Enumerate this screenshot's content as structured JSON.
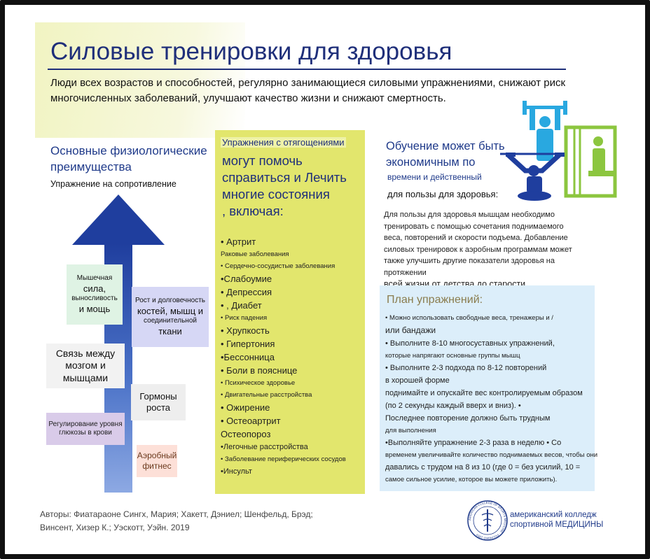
{
  "header": {
    "title": "Силовые тренировки для здоровья",
    "intro": "Люди всех возрастов и способностей, регулярно занимающиеся силовыми упражнениями, снижают риск многочисленных заболеваний, улучшают качество жизни и снижают смертность."
  },
  "left": {
    "heading_1": "Основные физиологические",
    "heading_2": "преимущества",
    "subheading": "Упражнение на сопротивление",
    "boxes": {
      "muscle_small": "Мышечная",
      "muscle_big": "сила,",
      "muscle_small2": "выносливость",
      "muscle_big2": "и мощь",
      "growth_small": "Рост и долговечность",
      "growth_big": "костей, мышц и",
      "growth_small2": "соединительной",
      "growth_big2": "ткани",
      "brain": "Связь между мозгом и мышцами",
      "hormones": "Гормоны роста",
      "glucose": "Регулирование уровня глюкозы в крови",
      "aerobic": "Аэробный фитнес"
    }
  },
  "middle": {
    "highlight": "Упражнения с отягощениями",
    "big_text": "могут помочь справиться и Лечить многие состояния",
    "including": ", включая:",
    "items": [
      {
        "text": "• Артрит",
        "size": "l"
      },
      {
        "text": "Раковые заболевания",
        "size": "s"
      },
      {
        "text": " • Сердечно-сосудистые заболевания",
        "size": "s"
      },
      {
        "text": " •Слабоумие",
        "size": "l"
      },
      {
        "text": " • Депрессия",
        "size": "l"
      },
      {
        "text": " • , Диабет",
        "size": "l"
      },
      {
        "text": "• Риск падения",
        "size": "s"
      },
      {
        "text": "• Хрупкость",
        "size": "l"
      },
      {
        "text": "  • Гипертония",
        "size": "l"
      },
      {
        "text": " •Бессонница",
        "size": "l"
      },
      {
        "text": " • Боли в пояснице",
        "size": "l"
      },
      {
        "text": " • Психическое здоровье",
        "size": "s"
      },
      {
        "text": "  •  Двигательные расстройства",
        "size": "s"
      },
      {
        "text": " • Ожирение",
        "size": "l"
      },
      {
        "text": "• Остеоартрит",
        "size": "l"
      },
      {
        "text": "Остеопороз",
        "size": "l"
      },
      {
        "text": " •Легочные расстройства",
        "size": "m"
      },
      {
        "text": " • Заболевание периферических сосудов",
        "size": "s"
      },
      {
        "text": " •Инсульт",
        "size": "m"
      }
    ]
  },
  "right": {
    "heading_1": "Обучение может быть",
    "heading_2": "экономичным по",
    "small_1": "времени и действенный",
    "small_2": "для пользы для здоровья:",
    "para_lines": [
      "Для пользы для здоровья мышцам необходимо",
      " тренировать с помощью сочетания поднимаемого",
      " веса, повторений и скорости подъема. Добавление",
      "силовых тренировок к аэробным программам может",
      " также улучшить другие показатели здоровья на протяжении"
    ],
    "para_last": "всей жизни от детства до старости."
  },
  "plan": {
    "title": "План упражнений:",
    "items": [
      {
        "text": "• Можно использовать свободные веса, тренажеры и /",
        "size": "9"
      },
      {
        "text": "   или бандажи",
        "size": "12"
      },
      {
        "text": "• Выполните 8-10 многосуставных упражнений,",
        "size": "11"
      },
      {
        "text": "   которые напрягают основные группы мышц",
        "size": "9"
      },
      {
        "text": "• Выполните 2-3 подхода по 8-12 повторений",
        "size": "11"
      },
      {
        "text": "   в хорошей форме",
        "size": "11"
      },
      {
        "text": "поднимайте и опускайте вес контролируемым образом",
        "size": "11"
      },
      {
        "text": "   (по 2 секунды каждый вверх и вниз). •",
        "size": "11"
      },
      {
        "text": "Последнее повторение должно быть трудным",
        "size": "11"
      },
      {
        "text": "   для выполнения",
        "size": "9"
      },
      {
        "text": " •Выполняйте упражнение 2-3 раза в неделю • Со",
        "size": "11"
      },
      {
        "text": "временем увеличивайте количество поднимаемых весов, чтобы они",
        "size": "9"
      },
      {
        "text": "   давались с трудом на 8 из 10 (где 0 = без усилий, 10 =",
        "size": "11"
      },
      {
        "text": "   самое сильное усилие, которое вы можете приложить).",
        "size": "9"
      }
    ]
  },
  "footer": {
    "authors": "Авторы: Фиатараоне Сингх, Мария; Хакетт, Дэниел; Шенфельд, Брэд; Винсент, Хизер К.; Уэскотт, Уэйн. 2019",
    "org_1": "американский колледж",
    "org_2": "спортивной МЕДИЦИНЫ",
    "seal_text": "AMERICAN COLLEGE OF SPORTS MEDICINE · FOUNDED 1954"
  },
  "colors": {
    "title_blue": "#1f2f7a",
    "arrow_blue": "#1f3e9e",
    "middle_yellow": "#e2e66d",
    "plan_blue": "#dceefa",
    "icon_cyan": "#29a8e0",
    "icon_green": "#8cc63f",
    "icon_navy": "#1f3e9e"
  },
  "icons": [
    "weightlifter-icon",
    "gym-machine-icon",
    "resistance-band-icon",
    "acsm-seal-icon"
  ]
}
